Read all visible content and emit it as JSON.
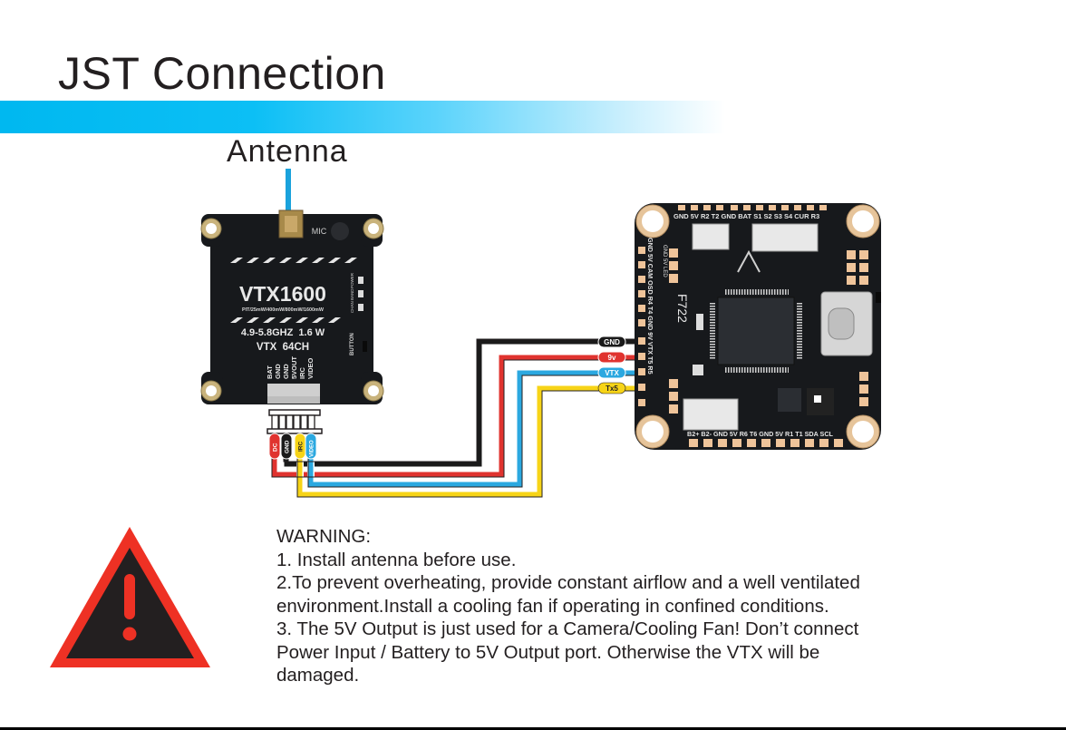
{
  "title": "JST Connection",
  "antenna_label": "Antenna",
  "vtx": {
    "model": "VTX1600",
    "power_levels": "PIT/25mW/400mW/800mW/1600mW",
    "freq_power": "4.9-5.8GHZ  1.6 W",
    "channels": "VTX  64CH",
    "mic_label": "MIC",
    "button_label": "BUTTON",
    "led_labels": [
      "POWER",
      "BAND",
      "CHAN"
    ],
    "pin_labels": [
      "BAT",
      "GND",
      "GND",
      "5VOUT",
      "IRC",
      "VIDEO"
    ]
  },
  "connector_tags": [
    {
      "label": "DC",
      "color": "#e0332f"
    },
    {
      "label": "GND",
      "color": "#1a1a1a"
    },
    {
      "label": "IRC",
      "color": "#f7d417"
    },
    {
      "label": "VIDEO",
      "color": "#2ba8e0"
    }
  ],
  "fc_tags": [
    {
      "label": "GND",
      "color": "#1a1a1a",
      "text_color": "#ffffff"
    },
    {
      "label": "9v",
      "color": "#e0332f",
      "text_color": "#ffffff"
    },
    {
      "label": "VTX",
      "color": "#2ba8e0",
      "text_color": "#ffffff"
    },
    {
      "label": "Tx5",
      "color": "#f7d417",
      "text_color": "#231f20"
    }
  ],
  "fc": {
    "model": "F722",
    "top_pads": "GND 5V R2 T2 GND BAT S1 S2 S3 S4 CUR R3",
    "left_pads": "GND 5V CAM OSD R4 T4 GND 9V VTX T5 R5",
    "bottom_pads": "B2+ B2- GND 5V R6 T6 GND 5V R1 T1 SDA SCL",
    "side_label": "GND 5V LED"
  },
  "warning": {
    "heading": "WARNING:",
    "lines": [
      "1. Install antenna before use.",
      "2.To prevent overheating, provide constant airflow and a well ventilated",
      "environment.Install a cooling fan if operating in confined conditions.",
      "3. The 5V Output is just used for a Camera/Cooling Fan! Don’t connect",
      "Power Input / Battery to 5V Output port. Otherwise the VTX will be",
      "damaged."
    ]
  },
  "colors": {
    "accent_blue": "#00b8f0",
    "warning_red": "#ee3124",
    "wire_black": "#1a1a1a",
    "wire_red": "#e0332f",
    "wire_blue": "#2ba8e0",
    "wire_yellow": "#f7d417"
  }
}
